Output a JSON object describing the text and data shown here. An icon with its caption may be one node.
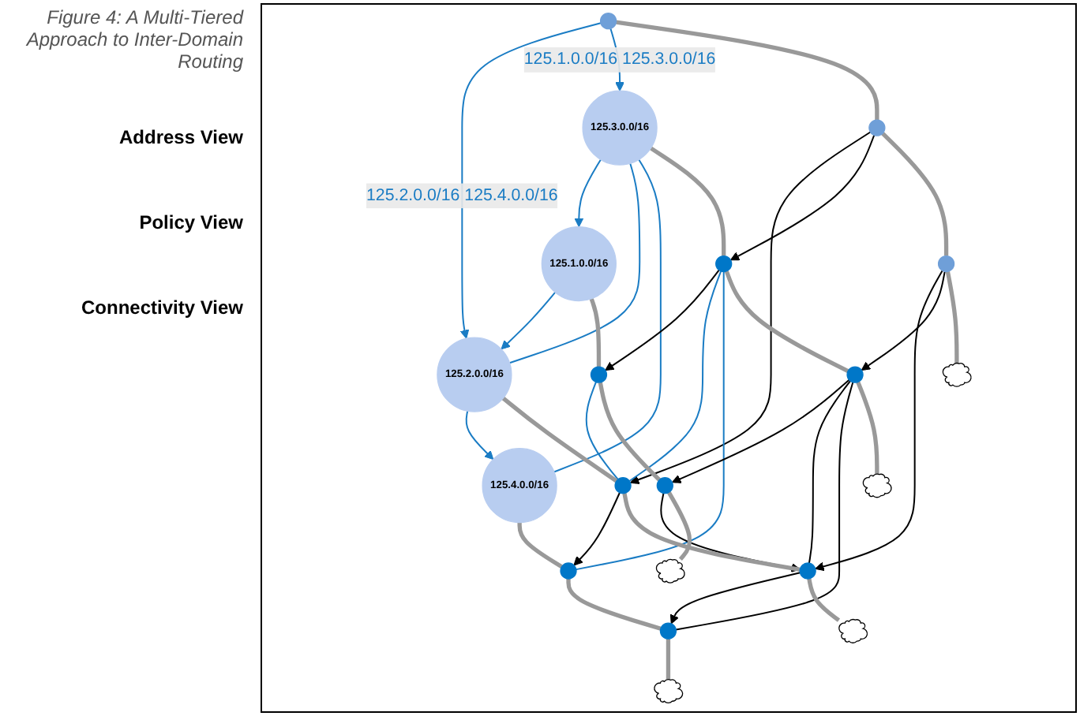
{
  "diagram": {
    "caption": "Figure 4: A Multi-Tiered Approach to Inter-Domain Routing",
    "nodes": [
      {
        "text": [],
        "shape": "circle"
      },
      {
        "text": [
          "125.1.0.0/16"
        ]
      },
      {
        "text": [
          "125.3.0.0/16"
        ]
      },
      {
        "text": [
          "125.2.0.0/16"
        ]
      },
      {
        "text": [
          "125.4.0.0/16"
        ]
      },
      {
        "text": [],
        "shape": "circle"
      },
      {
        "text": [],
        "shape": "circle"
      },
      {
        "text": [],
        "shape": "circle"
      },
      {
        "text": [],
        "shape": "circle"
      },
      {
        "text": [],
        "shape": "circle"
      },
      {
        "text": [],
        "shape": "circle"
      },
      {
        "text": [],
        "shape": "circle"
      },
      {
        "text": [],
        "shape": "circle"
      },
      {
        "text": [],
        "shape": "circle"
      },
      {
        "text": [],
        "shape": "circle"
      },
      {
        "text": [],
        "shape": "cloud"
      },
      {
        "text": [],
        "shape": "cloud"
      },
      {
        "text": [],
        "shape": "cloud"
      },
      {
        "text": [],
        "shape": "cloud"
      },
      {
        "text": [],
        "shape": "cloud"
      }
    ],
    "edges": [
      {
        "from": 1,
        "to": 3,
        "arrow": "to",
        "color": "#1a7cc4"
      },
      {
        "from": 0,
        "to": 3,
        "arrow": "to",
        "color": "#1a7cc4",
        "label": "125.2.0.0/16 125.4.0.0/16"
      },
      {
        "from": 0,
        "to": 2,
        "arrow": "to",
        "color": "#1a7cc4",
        "label": "125.1.0.0/16 125.3.0.0/16"
      },
      {
        "from": 2,
        "to": 1,
        "arrow": "to",
        "color": "#1a7cc4"
      },
      {
        "from": 2,
        "to": 3,
        "arrow": "none",
        "color": "#1a7cc4"
      },
      {
        "from": 2,
        "to": 4,
        "arrow": "none",
        "color": "#1a7cc4"
      },
      {
        "from": 3,
        "to": 4,
        "arrow": "to",
        "color": "#1a7cc4"
      },
      {
        "from": 6,
        "to": 8,
        "arrow": "none",
        "color": "#1a7cc4"
      },
      {
        "from": 5,
        "to": 8,
        "arrow": "to",
        "color": "#000000"
      },
      {
        "from": 5,
        "to": 7,
        "arrow": "to",
        "color": "#000000"
      },
      {
        "from": 7,
        "to": 6,
        "arrow": "to",
        "color": "#000000"
      },
      {
        "from": 7,
        "to": 8,
        "arrow": "none",
        "color": "#1a7cc4"
      },
      {
        "from": 8,
        "to": 9,
        "arrow": "to",
        "color": "#000000"
      },
      {
        "from": 7,
        "to": 9,
        "arrow": "none",
        "color": "#1a7cc4"
      },
      {
        "from": 11,
        "to": 13,
        "arrow": "to",
        "color": "#000000"
      },
      {
        "from": 10,
        "to": 13,
        "arrow": "to",
        "color": "#000000"
      },
      {
        "from": 10,
        "to": 12,
        "arrow": "to",
        "color": "#000000"
      },
      {
        "from": 12,
        "to": 11,
        "arrow": "to",
        "color": "#000000"
      },
      {
        "from": 12,
        "to": 13,
        "arrow": "none",
        "color": "#000000"
      },
      {
        "from": 13,
        "to": 14,
        "arrow": "to",
        "color": "#000000"
      },
      {
        "from": 12,
        "to": 14,
        "arrow": "none",
        "color": "#000000"
      },
      {
        "from": 0,
        "to": 5,
        "arrow": "none",
        "style": "thick"
      },
      {
        "from": 5,
        "to": 10,
        "arrow": "none",
        "style": "thick"
      },
      {
        "from": 10,
        "to": 15,
        "arrow": "none",
        "style": "thick"
      },
      {
        "from": 1,
        "to": 6,
        "arrow": "none",
        "style": "thick"
      },
      {
        "from": 6,
        "to": 11,
        "arrow": "none",
        "style": "thick"
      },
      {
        "from": 11,
        "to": 16,
        "arrow": "none",
        "style": "thick"
      },
      {
        "from": 2,
        "to": 7,
        "arrow": "none",
        "style": "thick"
      },
      {
        "from": 7,
        "to": 12,
        "arrow": "none",
        "style": "thick"
      },
      {
        "from": 12,
        "to": 17,
        "arrow": "none",
        "style": "thick"
      },
      {
        "from": 3,
        "to": 8,
        "arrow": "none",
        "style": "thick"
      },
      {
        "from": 8,
        "to": 13,
        "arrow": "none",
        "style": "thick"
      },
      {
        "from": 13,
        "to": 18,
        "arrow": "none",
        "style": "thick"
      },
      {
        "from": 4,
        "to": 9,
        "arrow": "none",
        "style": "thick"
      },
      {
        "from": 9,
        "to": 14,
        "arrow": "none",
        "style": "thick"
      },
      {
        "from": 14,
        "to": 19,
        "arrow": "none",
        "style": "thick"
      }
    ],
    "labels": [
      "Address View",
      "Policy View",
      "Connectivity View"
    ]
  }
}
